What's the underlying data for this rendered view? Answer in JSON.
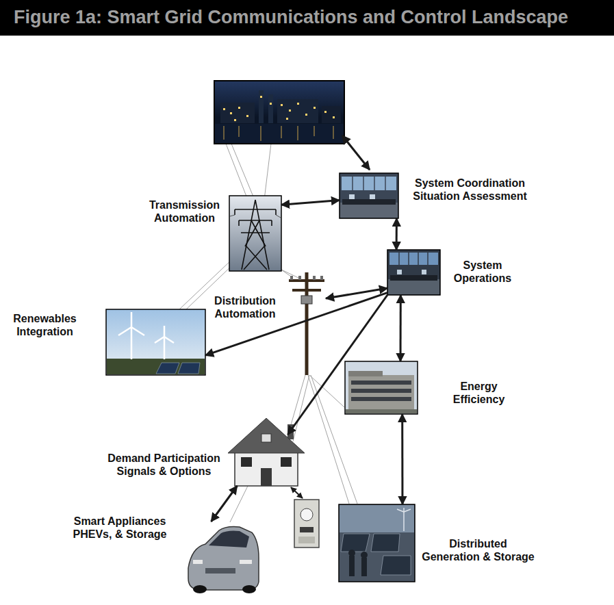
{
  "diagram": {
    "title": "Figure 1a: Smart Grid Communications and Control Landscape",
    "nodes": [
      {
        "text": [
          "System Coordination Situation Assessment"
        ]
      },
      {
        "text": [
          "Transmission Automation"
        ]
      },
      {
        "text": [
          "System Operations"
        ]
      },
      {
        "text": [
          "Distribution Automation"
        ]
      },
      {
        "text": [
          "Renewables Integration"
        ]
      },
      {
        "text": [
          "Energy Efficiency"
        ]
      },
      {
        "text": [
          "Demand Participation Signals & Options"
        ]
      },
      {
        "text": [
          "Smart Appliances PHEVs, & Storage"
        ]
      },
      {
        "text": [
          "Distributed Generation & Storage"
        ]
      }
    ],
    "edges": [
      {
        "from": 1,
        "to": 0,
        "arrow": "both"
      },
      {
        "from": 0,
        "to": 2,
        "arrow": "both"
      },
      {
        "from": 3,
        "to": 2,
        "arrow": "both"
      },
      {
        "from": 2,
        "to": 4,
        "arrow": "to"
      },
      {
        "from": 2,
        "to": 6,
        "arrow": "to"
      },
      {
        "from": 2,
        "to": 5,
        "arrow": "both"
      },
      {
        "from": 5,
        "to": 8,
        "arrow": "both"
      },
      {
        "from": 6,
        "to": 7,
        "arrow": "both"
      }
    ]
  }
}
